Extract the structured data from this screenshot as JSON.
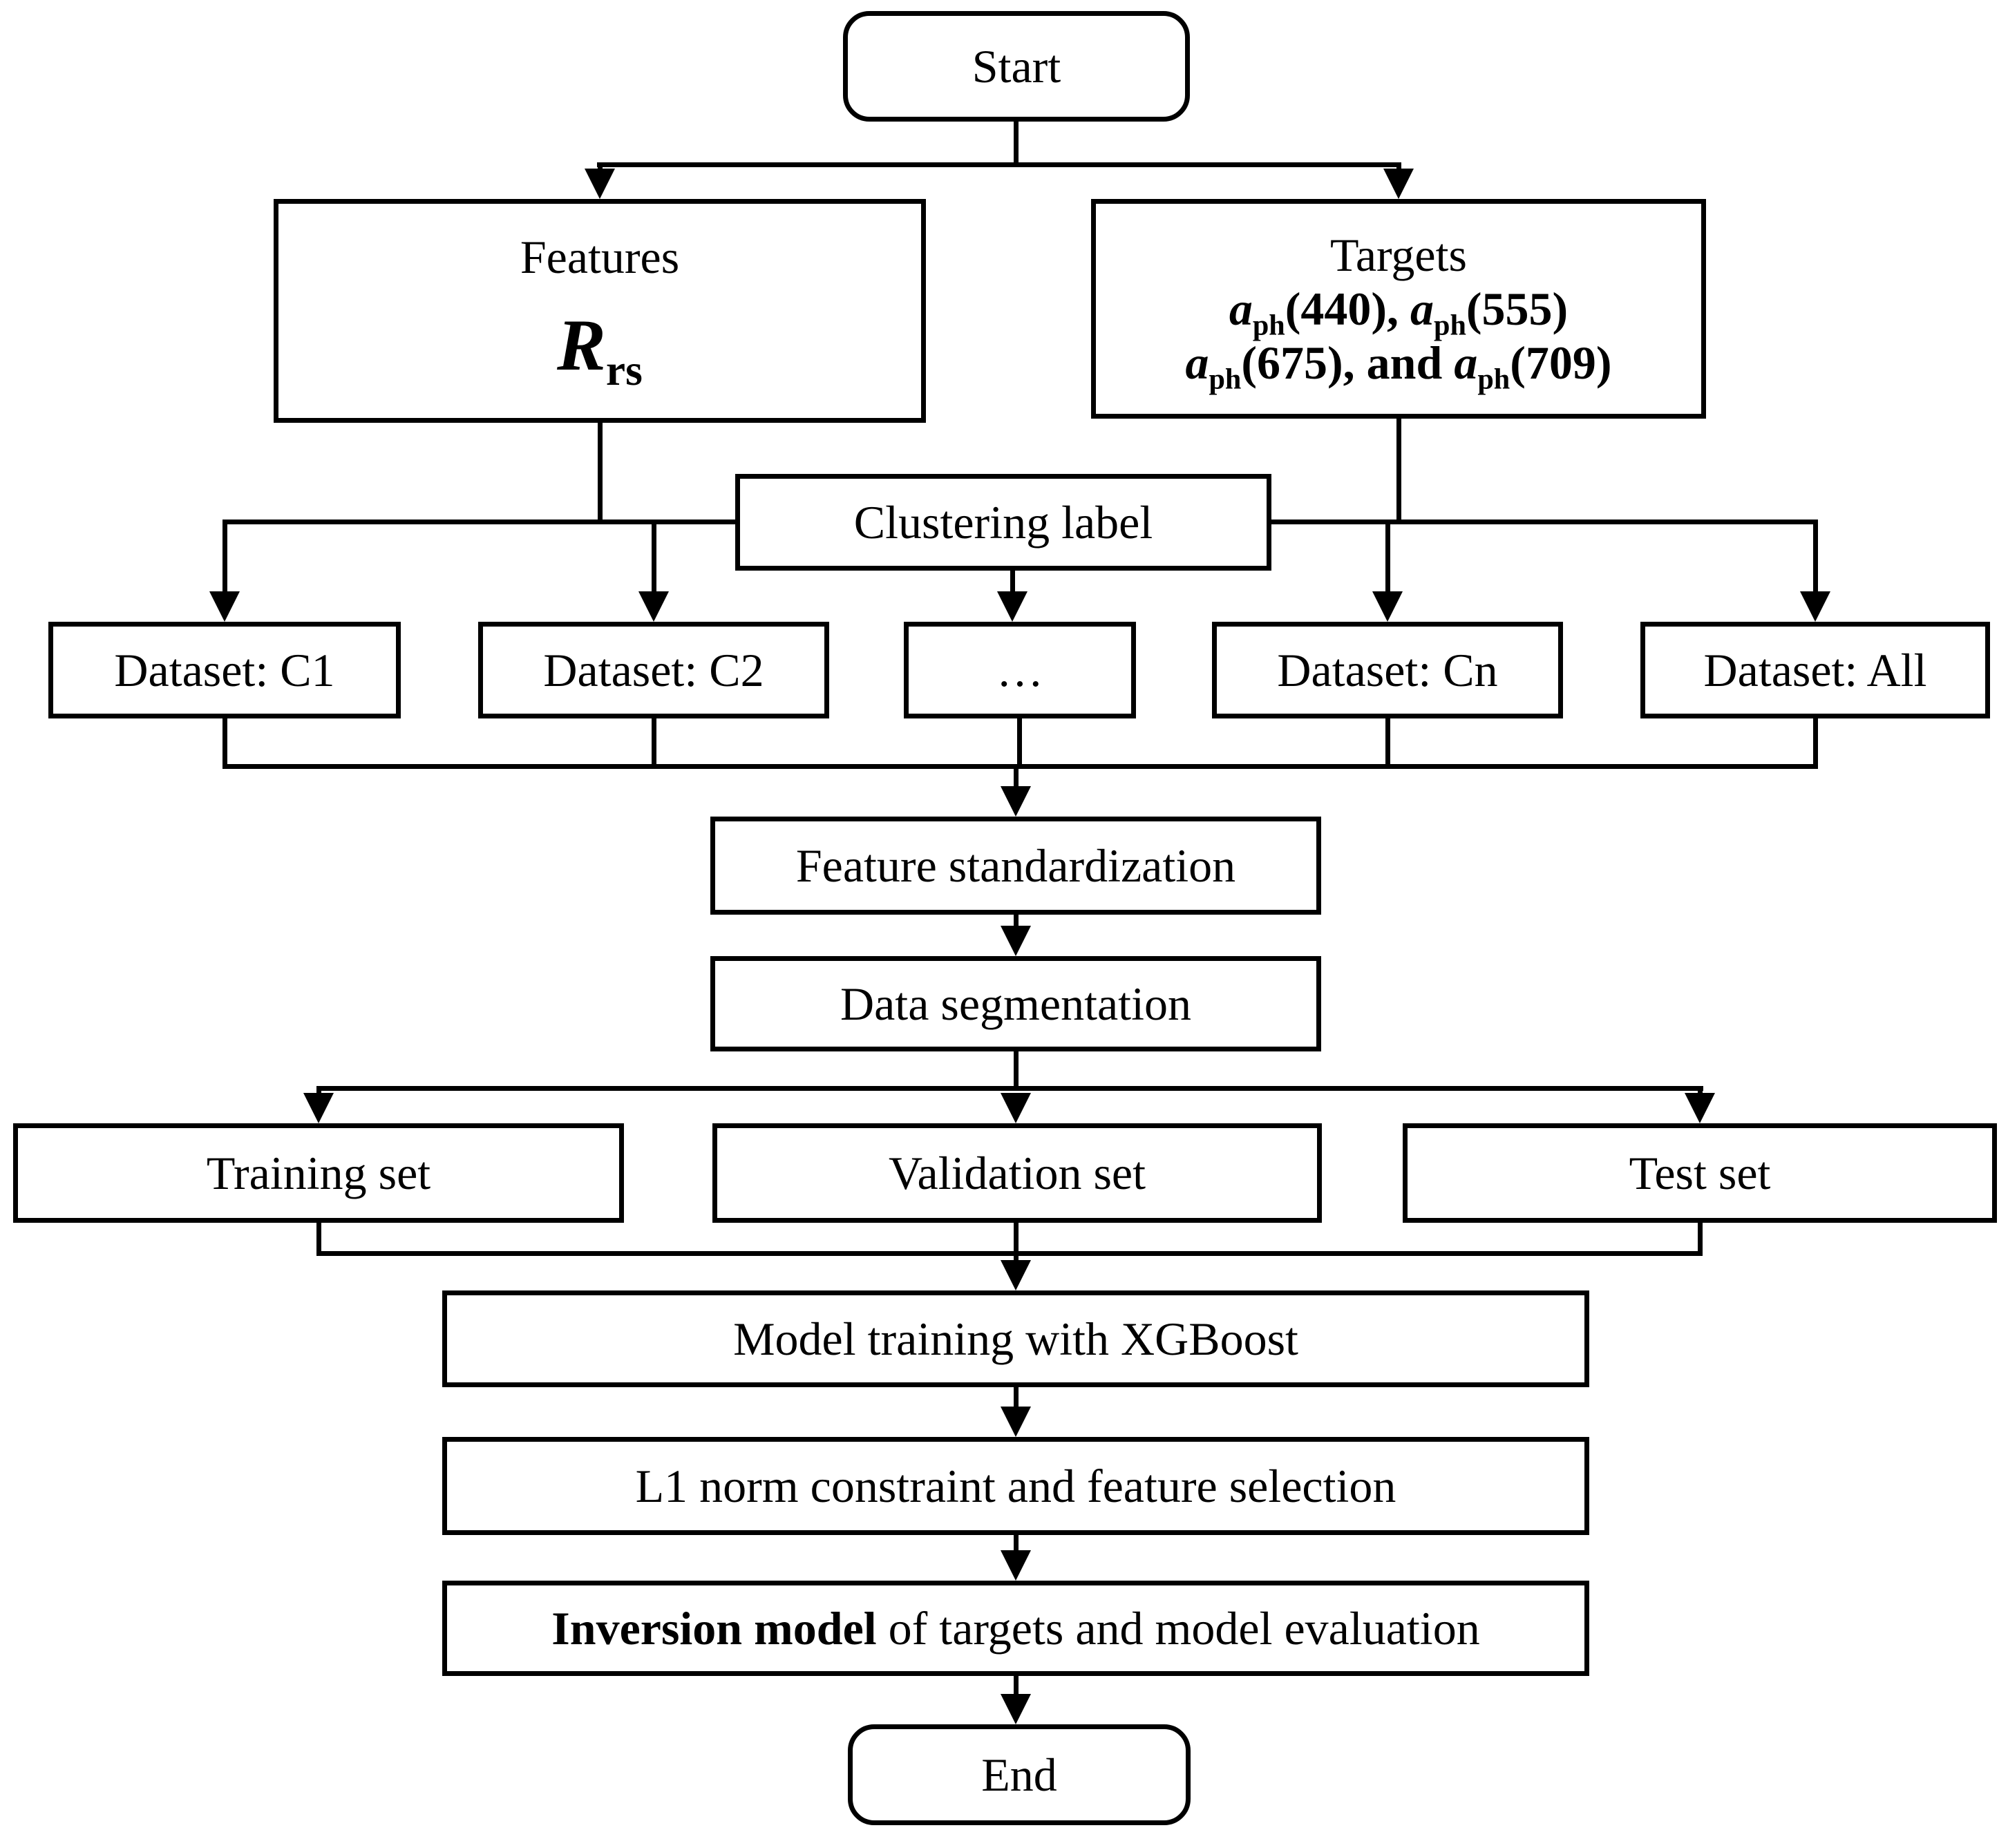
{
  "nodes": {
    "start": {
      "label": "Start"
    },
    "features": {
      "title": "Features",
      "symbol": "R",
      "symbol_sub": "rs"
    },
    "targets": {
      "title": "Targets",
      "seg1_var": "a",
      "seg1_sub": "ph",
      "seg1_val": "(440), ",
      "seg2_var": "a",
      "seg2_sub": "ph",
      "seg2_val": "(555)",
      "seg3_var": "a",
      "seg3_sub": "ph",
      "seg3_val": "(675), ",
      "seg3_and": "and ",
      "seg4_var": "a",
      "seg4_sub": "ph",
      "seg4_val": "(709)"
    },
    "clustering": {
      "label": "Clustering label"
    },
    "datasets": [
      {
        "label": "Dataset: C1"
      },
      {
        "label": "Dataset: C2"
      },
      {
        "label": "…"
      },
      {
        "label": "Dataset: Cn"
      },
      {
        "label": "Dataset: All"
      }
    ],
    "feature_standardization": {
      "label": "Feature standardization"
    },
    "data_segmentation": {
      "label": "Data segmentation"
    },
    "splits": [
      {
        "label": "Training set"
      },
      {
        "label": "Validation set"
      },
      {
        "label": "Test set"
      }
    ],
    "model_training": {
      "label": "Model training with XGBoost"
    },
    "l1_selection": {
      "label": "L1 norm constraint and feature selection"
    },
    "inversion": {
      "label_bold": "Inversion model",
      "label_rest": " of targets and model evaluation"
    },
    "end": {
      "label": "End"
    }
  },
  "colors": {
    "stroke": "#000000",
    "fill": "#ffffff",
    "text": "#000000"
  }
}
